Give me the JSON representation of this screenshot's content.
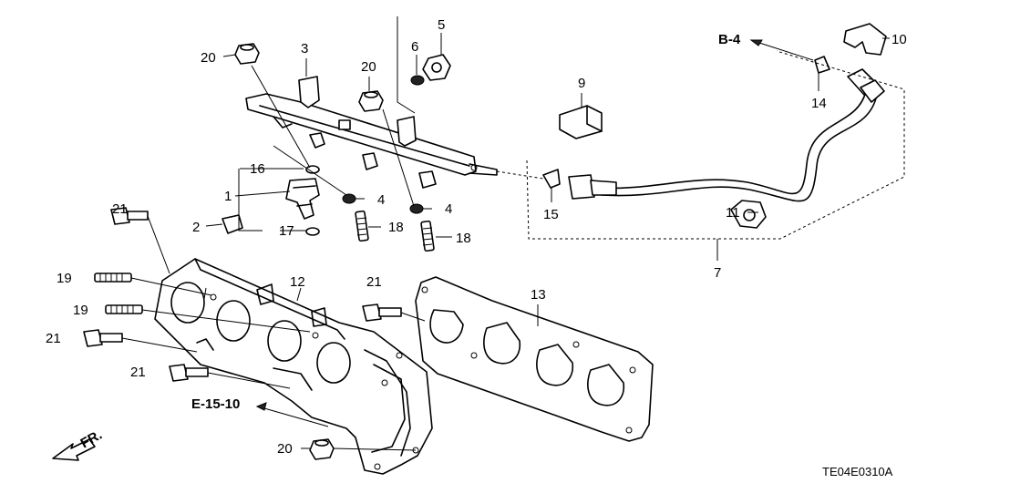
{
  "callouts": {
    "c1": "1",
    "c2": "2",
    "c3": "3",
    "c4a": "4",
    "c4b": "4",
    "c5": "5",
    "c6": "6",
    "c7": "7",
    "c9": "9",
    "c10": "10",
    "c11": "11",
    "c12": "12",
    "c13": "13",
    "c14": "14",
    "c15": "15",
    "c16": "16",
    "c17": "17",
    "c18a": "18",
    "c18b": "18",
    "c19a": "19",
    "c19b": "19",
    "c20a": "20",
    "c20b": "20",
    "c20c": "20",
    "c21a": "21",
    "c21b": "21",
    "c21c": "21",
    "c21d": "21"
  },
  "refs": {
    "b4": "B-4",
    "e15": "E-15-10",
    "front": "FR."
  },
  "diagram_code": "TE04E0310A",
  "colors": {
    "line": "#000000",
    "background": "#ffffff"
  },
  "icons": {
    "front_arrow": "arrow-down-left-icon",
    "reference_arrow": "arrow-up-left-icon"
  }
}
